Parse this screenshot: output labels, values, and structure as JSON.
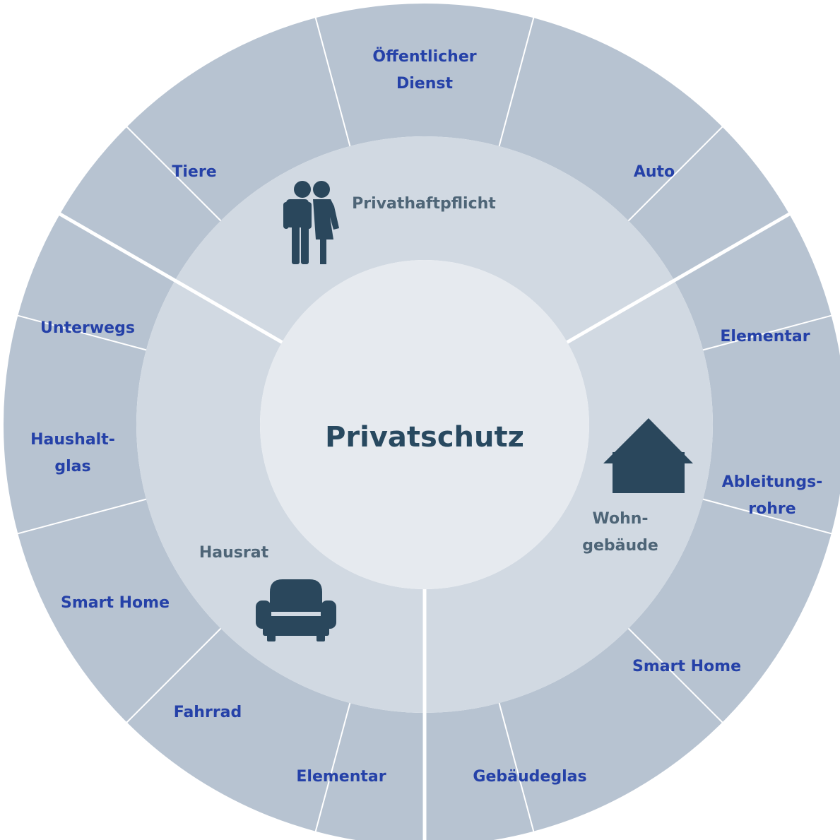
{
  "center": {
    "title": "Privatschutz"
  },
  "categories": [
    {
      "id": "privathaftpflicht",
      "lines": [
        "Privathaftpflicht"
      ],
      "icon": "couple-icon"
    },
    {
      "id": "wohngebaeude",
      "lines": [
        "Wohn-",
        "gebäude"
      ],
      "icon": "house-icon"
    },
    {
      "id": "hausrat",
      "lines": [
        "Hausrat"
      ],
      "icon": "armchair-icon"
    }
  ],
  "options": [
    {
      "lines": [
        "Öffentlicher",
        "Dienst"
      ],
      "group": "privathaftpflicht"
    },
    {
      "lines": [
        "Auto"
      ],
      "group": "privathaftpflicht"
    },
    {
      "lines": [
        "Elementar"
      ],
      "group": "wohngebaeude"
    },
    {
      "lines": [
        "Ableitungs-",
        "rohre"
      ],
      "group": "wohngebaeude"
    },
    {
      "lines": [
        "Smart Home"
      ],
      "group": "wohngebaeude"
    },
    {
      "lines": [
        "Gebäudeglas"
      ],
      "group": "wohngebaeude"
    },
    {
      "lines": [
        "Elementar"
      ],
      "group": "hausrat"
    },
    {
      "lines": [
        "Fahrrad"
      ],
      "group": "hausrat"
    },
    {
      "lines": [
        "Smart Home"
      ],
      "group": "hausrat"
    },
    {
      "lines": [
        "Haushalt-",
        "glas"
      ],
      "group": "hausrat"
    },
    {
      "lines": [
        "Unterwegs"
      ],
      "group": "hausrat"
    },
    {
      "lines": [
        "Tiere"
      ],
      "group": "privathaftpflicht"
    }
  ],
  "colors": {
    "outer_ring": "#b7c3d1",
    "middle_ring": "#d1d9e2",
    "center_disc": "#e6eaef",
    "icon": "#2a475c",
    "outer_text": "#2541a8",
    "middle_text": "#4e6577",
    "center_text": "#284960",
    "divider": "#ffffff"
  }
}
